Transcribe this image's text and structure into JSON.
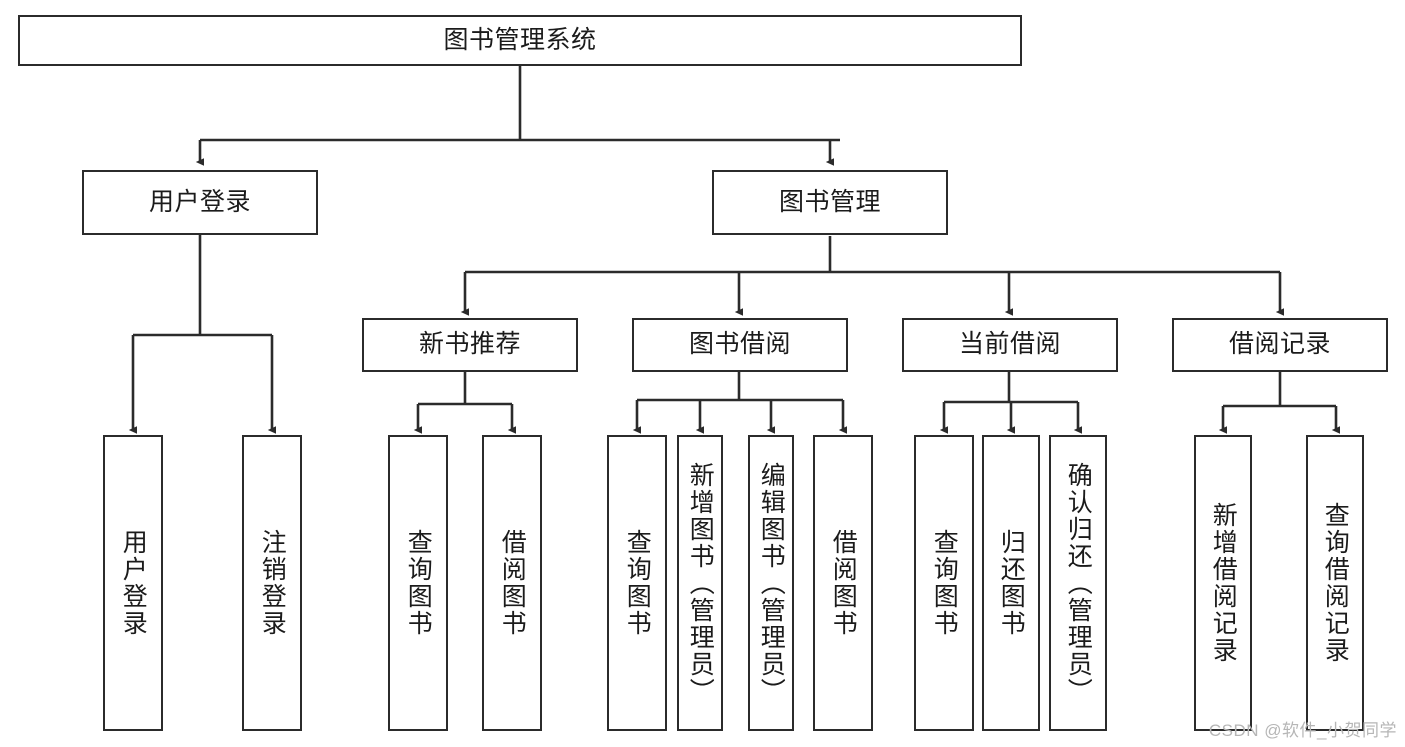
{
  "diagram": {
    "title": "图书管理系统",
    "watermark": "CSDN @软件_小贺同学",
    "colors": {
      "box_border": "#2b2b2b",
      "box_fill": "#ffffff",
      "edge": "#2b2b2b",
      "text": "#1b1b1b",
      "watermark": "#b6b6b6",
      "background": "#ffffff"
    },
    "nodes": {
      "root": {
        "label": "图书管理系统"
      },
      "level1": [
        {
          "id": "user-login",
          "label": "用户登录"
        },
        {
          "id": "book-manage",
          "label": "图书管理"
        }
      ],
      "level2": [
        {
          "id": "new-book-recommend",
          "label": "新书推荐"
        },
        {
          "id": "book-borrow",
          "label": "图书借阅"
        },
        {
          "id": "current-borrow",
          "label": "当前借阅"
        },
        {
          "id": "borrow-record",
          "label": "借阅记录"
        }
      ],
      "leaves": [
        {
          "id": "leaf-user-login",
          "label": "用户登录",
          "parent": "user-login"
        },
        {
          "id": "leaf-logout-login",
          "label": "注销登录",
          "parent": "user-login"
        },
        {
          "id": "leaf-query-book-1",
          "label": "查询图书",
          "parent": "new-book-recommend"
        },
        {
          "id": "leaf-borrow-book-1",
          "label": "借阅图书",
          "parent": "new-book-recommend"
        },
        {
          "id": "leaf-query-book-2",
          "label": "查询图书",
          "parent": "book-borrow"
        },
        {
          "id": "leaf-add-book",
          "label": "新增图书（管理员）",
          "parent": "book-borrow"
        },
        {
          "id": "leaf-edit-book",
          "label": "编辑图书（管理员）",
          "parent": "book-borrow"
        },
        {
          "id": "leaf-borrow-book-2",
          "label": "借阅图书",
          "parent": "book-borrow"
        },
        {
          "id": "leaf-query-book-3",
          "label": "查询图书",
          "parent": "current-borrow"
        },
        {
          "id": "leaf-return-book",
          "label": "归还图书",
          "parent": "current-borrow"
        },
        {
          "id": "leaf-confirm-return",
          "label": "确认归还（管理员）",
          "parent": "current-borrow"
        },
        {
          "id": "leaf-add-borrow-record",
          "label": "新增借阅记录",
          "parent": "borrow-record"
        },
        {
          "id": "leaf-query-borrow-record",
          "label": "查询借阅记录",
          "parent": "borrow-record"
        }
      ]
    }
  }
}
